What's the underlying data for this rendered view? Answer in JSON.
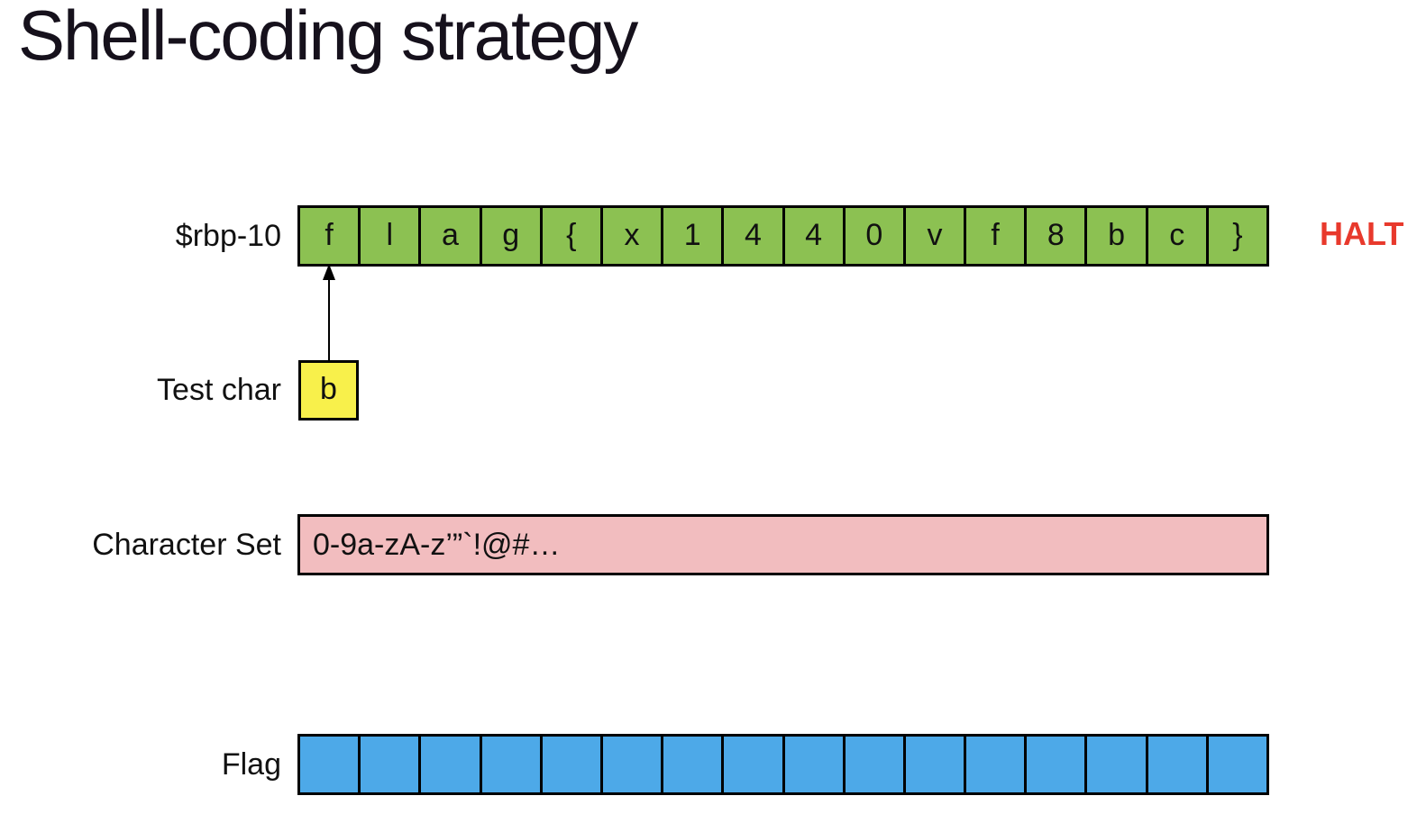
{
  "title": "Shell-coding strategy",
  "memory_row": {
    "label": "$rbp-10",
    "cells": [
      "f",
      "l",
      "a",
      "g",
      "{",
      "x",
      "1",
      "4",
      "4",
      "0",
      "v",
      "f",
      "8",
      "b",
      "c",
      "}"
    ],
    "halt_label": "HALT"
  },
  "test_char": {
    "label": "Test char",
    "value": "b"
  },
  "character_set": {
    "label": "Character Set",
    "value": "0-9a-zA-z’”`!@#…"
  },
  "flag_row": {
    "label": "Flag",
    "cell_count": 16
  },
  "colors": {
    "memory_cell_green": "#8cc152",
    "test_char_yellow": "#f8f04b",
    "character_set_pink": "#f2bdbf",
    "flag_cell_blue": "#4da9e8",
    "halt_red": "#e8392c",
    "border_black": "#000000",
    "title_text": "#16111c"
  }
}
